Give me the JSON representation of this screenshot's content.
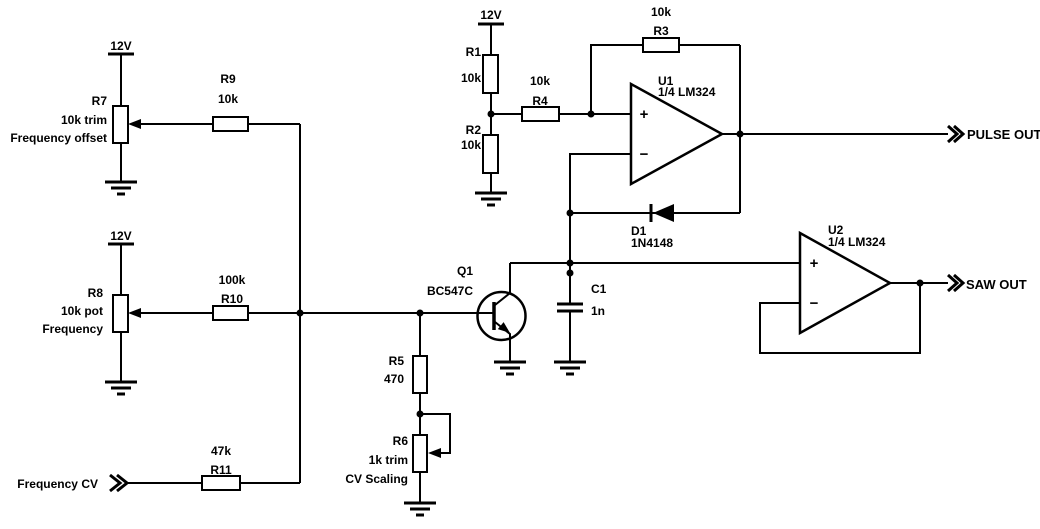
{
  "schematic": {
    "colors": {
      "ink": "#000000",
      "background": "#ffffff"
    },
    "power": {
      "rail1": "12V",
      "rail2": "12V",
      "rail3": "12V"
    },
    "input": {
      "label": "Frequency CV"
    },
    "outputs": {
      "pulse": "PULSE OUT",
      "saw": "SAW OUT"
    },
    "opamp_signs": {
      "plus": "+",
      "minus": "−"
    },
    "parts": {
      "r1": {
        "ref": "R1",
        "value": "10k"
      },
      "r2": {
        "ref": "R2",
        "value": "10k"
      },
      "r3": {
        "ref": "R3",
        "value": "10k"
      },
      "r4": {
        "ref": "R4",
        "value": "10k"
      },
      "r5": {
        "ref": "R5",
        "value": "470"
      },
      "r6": {
        "ref": "R6",
        "value": "1k trim",
        "desc": "CV Scaling"
      },
      "r7": {
        "ref": "R7",
        "value": "10k trim",
        "desc": "Frequency offset"
      },
      "r8": {
        "ref": "R8",
        "value": "10k pot",
        "desc": "Frequency"
      },
      "r9": {
        "ref": "R9",
        "value": "10k"
      },
      "r10": {
        "ref": "R10",
        "value": "100k"
      },
      "r11": {
        "ref": "R11",
        "value": "47k"
      },
      "q1": {
        "ref": "Q1",
        "value": "BC547C"
      },
      "c1": {
        "ref": "C1",
        "value": "1n"
      },
      "d1": {
        "ref": "D1",
        "value": "1N4148"
      },
      "u1": {
        "ref": "U1",
        "value": "1/4 LM324"
      },
      "u2": {
        "ref": "U2",
        "value": "1/4 LM324"
      }
    }
  }
}
